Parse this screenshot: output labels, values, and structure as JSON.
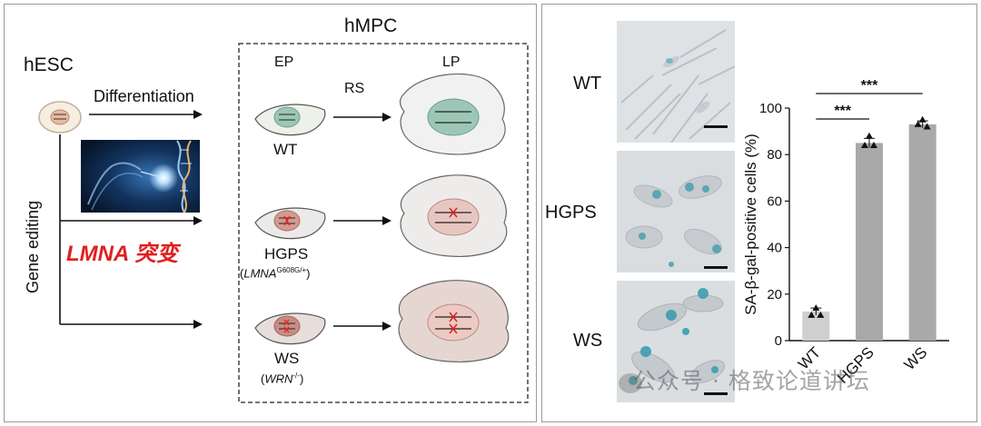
{
  "left": {
    "hesc": "hESC",
    "differentiation": "Differentiation",
    "gene_editing": "Gene editing",
    "mutation_label": "LMNA 突变",
    "hmpc": "hMPC",
    "ep": "EP",
    "lp": "LP",
    "rs": "RS",
    "wt": "WT",
    "hgps": "HGPS",
    "hgps_geno_gene": "LMNA",
    "hgps_geno_sup": "G608G/+",
    "ws": "WS",
    "ws_geno_gene": "WRN",
    "ws_geno_sup": "-/-"
  },
  "right": {
    "row_labels": [
      "WT",
      "HGPS",
      "WS"
    ],
    "watermark": "公众号 · 格致论道讲坛"
  },
  "colors": {
    "wt_nucleus": "#9cc7b6",
    "mutant_nucleus": "#d49a90",
    "cell_fill": "#ececec",
    "mutation_red": "#e02020",
    "bar_gray": "#a9a9a9",
    "wt_bar": "#cfcfcf"
  },
  "chart_data": {
    "type": "bar",
    "categories": [
      "WT",
      "HGPS",
      "WS"
    ],
    "values": [
      12.5,
      85,
      93
    ],
    "points": [
      [
        14,
        11,
        11
      ],
      [
        88,
        84,
        84
      ],
      [
        95,
        93,
        92
      ]
    ],
    "errors": [
      1.5,
      2,
      1.5
    ],
    "ylabel": "SA-β-gal-positive cells (%)",
    "ylim": [
      0,
      100
    ],
    "yticks": [
      0,
      20,
      40,
      60,
      80,
      100
    ],
    "significance": [
      {
        "from": "WT",
        "to": "HGPS",
        "label": "***"
      },
      {
        "from": "WT",
        "to": "WS",
        "label": "***"
      }
    ]
  }
}
